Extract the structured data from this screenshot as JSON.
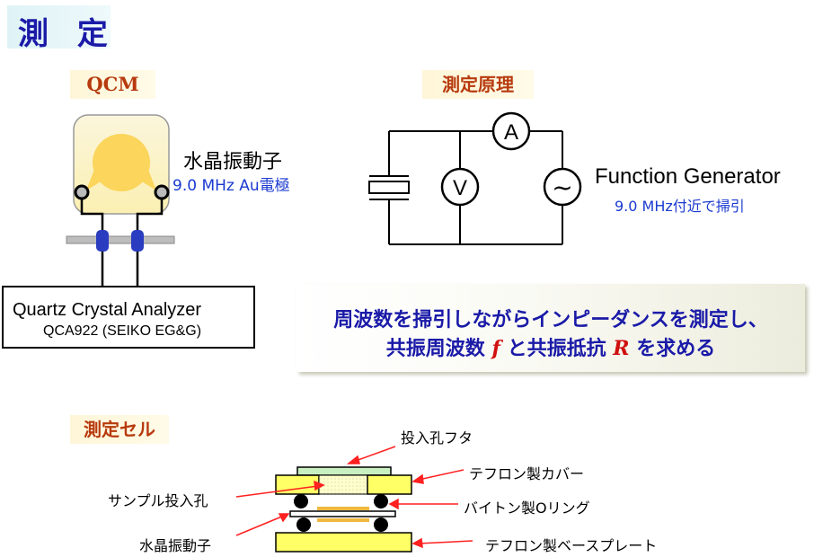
{
  "page_title": "測 定",
  "sections": {
    "qcm": "QCM",
    "principle": "測定原理",
    "cell": "測定セル"
  },
  "qcm": {
    "crystal_name": "水晶振動子",
    "crystal_spec": "9.0 MHz Au電極",
    "analyzer_name": "Quartz Crystal Analyzer",
    "analyzer_model": "QCA922 (SEIKO EG&G)"
  },
  "principle": {
    "ammeter_symbol": "A",
    "voltmeter_symbol": "V",
    "ac_symbol": "~",
    "generator_name": "Function Generator",
    "generator_spec": "9.0 MHz付近で掃引",
    "description_line1": "周波数を掃引しながらインピーダンスを測定し、",
    "description_line2_pre": "共振周波数",
    "description_sym_f": "f",
    "description_mid": "と共振抵抗",
    "description_sym_r": "R",
    "description_post": "を求める"
  },
  "cell": {
    "inlet_lid": "投入孔フタ",
    "teflon_cover": "テフロン製カバー",
    "sample_inlet": "サンプル投入孔",
    "viton_oring": "バイトン製Oリング",
    "crystal": "水晶振動子",
    "teflon_base": "テフロン製ベースプレート"
  },
  "colors": {
    "title": "#1a1aa8",
    "section_label": "#b73a0e",
    "spec_text": "#1a3ad0",
    "highlight_symbol": "#d01010",
    "crystal_disc": "#fbd55c",
    "plate_yellow": "#ffff66",
    "lid_green": "#c8f0c0",
    "connector_blue": "#2a3cc0",
    "arrow_red": "#ff2020"
  }
}
